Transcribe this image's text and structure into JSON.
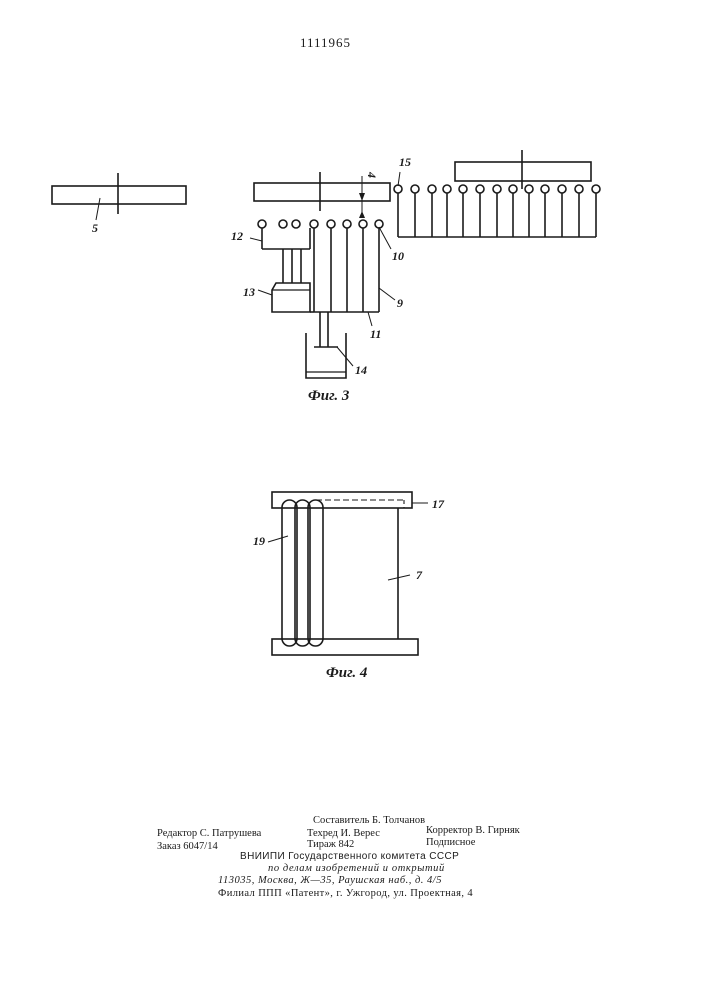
{
  "document_number": "1111965",
  "figure3": {
    "caption": "Фиг. 3",
    "labels": {
      "l5": "5",
      "l15": "15",
      "l12": "12",
      "l13": "13",
      "l10": "10",
      "l9": "9",
      "l11": "11",
      "l14": "14",
      "l4": "4"
    }
  },
  "figure4": {
    "caption": "Фиг. 4",
    "labels": {
      "l17": "17",
      "l19": "19",
      "l7": "7"
    }
  },
  "imprint": {
    "compiler": "Составитель Б. Толчанов",
    "editor": "Редактор С. Патрушева",
    "techred": "Техред И. Верес",
    "corrector": "Корректор В. Гирняк",
    "order": "Заказ 6047/14",
    "circulation": "Тираж 842",
    "subscription": "Подписное",
    "org_line1": "ВНИИПИ Государственного комитета СССР",
    "org_line2": "по делам изобретений и открытий",
    "address": "113035, Москва, Ж—35, Раушская наб., д. 4/5",
    "branch": "Филиал ППП «Патент», г. Ужгород, ул. Проектная, 4"
  }
}
